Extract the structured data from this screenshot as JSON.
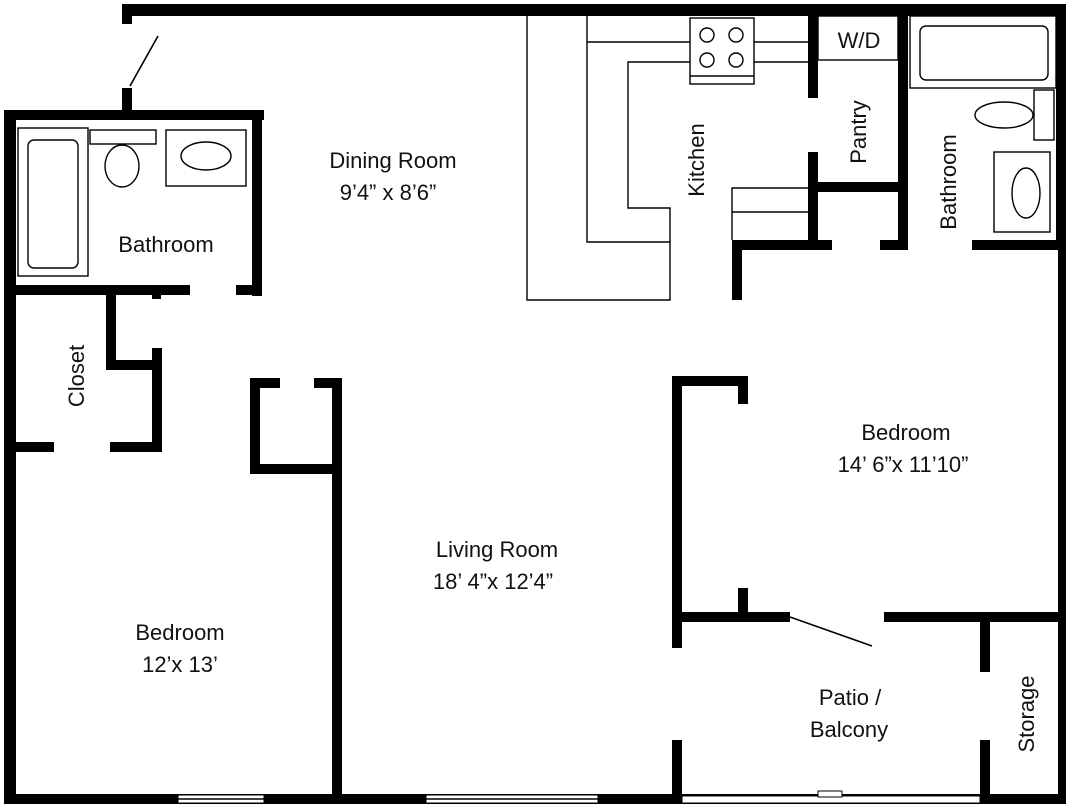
{
  "rooms": {
    "dining": {
      "name": "Dining Room",
      "size": "9’4” x 8’6”"
    },
    "kitchen": {
      "name": "Kitchen"
    },
    "washer_dryer": {
      "name": "W/D"
    },
    "pantry": {
      "name": "Pantry"
    },
    "bath_left": {
      "name": "Bathroom"
    },
    "bath_right": {
      "name": "Bathroom"
    },
    "closet": {
      "name": "Closet"
    },
    "living": {
      "name": "Living Room",
      "size": "18’ 4”x 12’4”"
    },
    "bedroom_right": {
      "name": "Bedroom",
      "size": "14’ 6”x 11’10”"
    },
    "bedroom_left": {
      "name": "Bedroom",
      "size": "12’x 13’"
    },
    "patio": {
      "name": "Patio /",
      "name2": "Balcony"
    },
    "storage": {
      "name": "Storage"
    }
  },
  "colors": {
    "wall": "#000000",
    "background": "#ffffff",
    "text": "#111111"
  }
}
